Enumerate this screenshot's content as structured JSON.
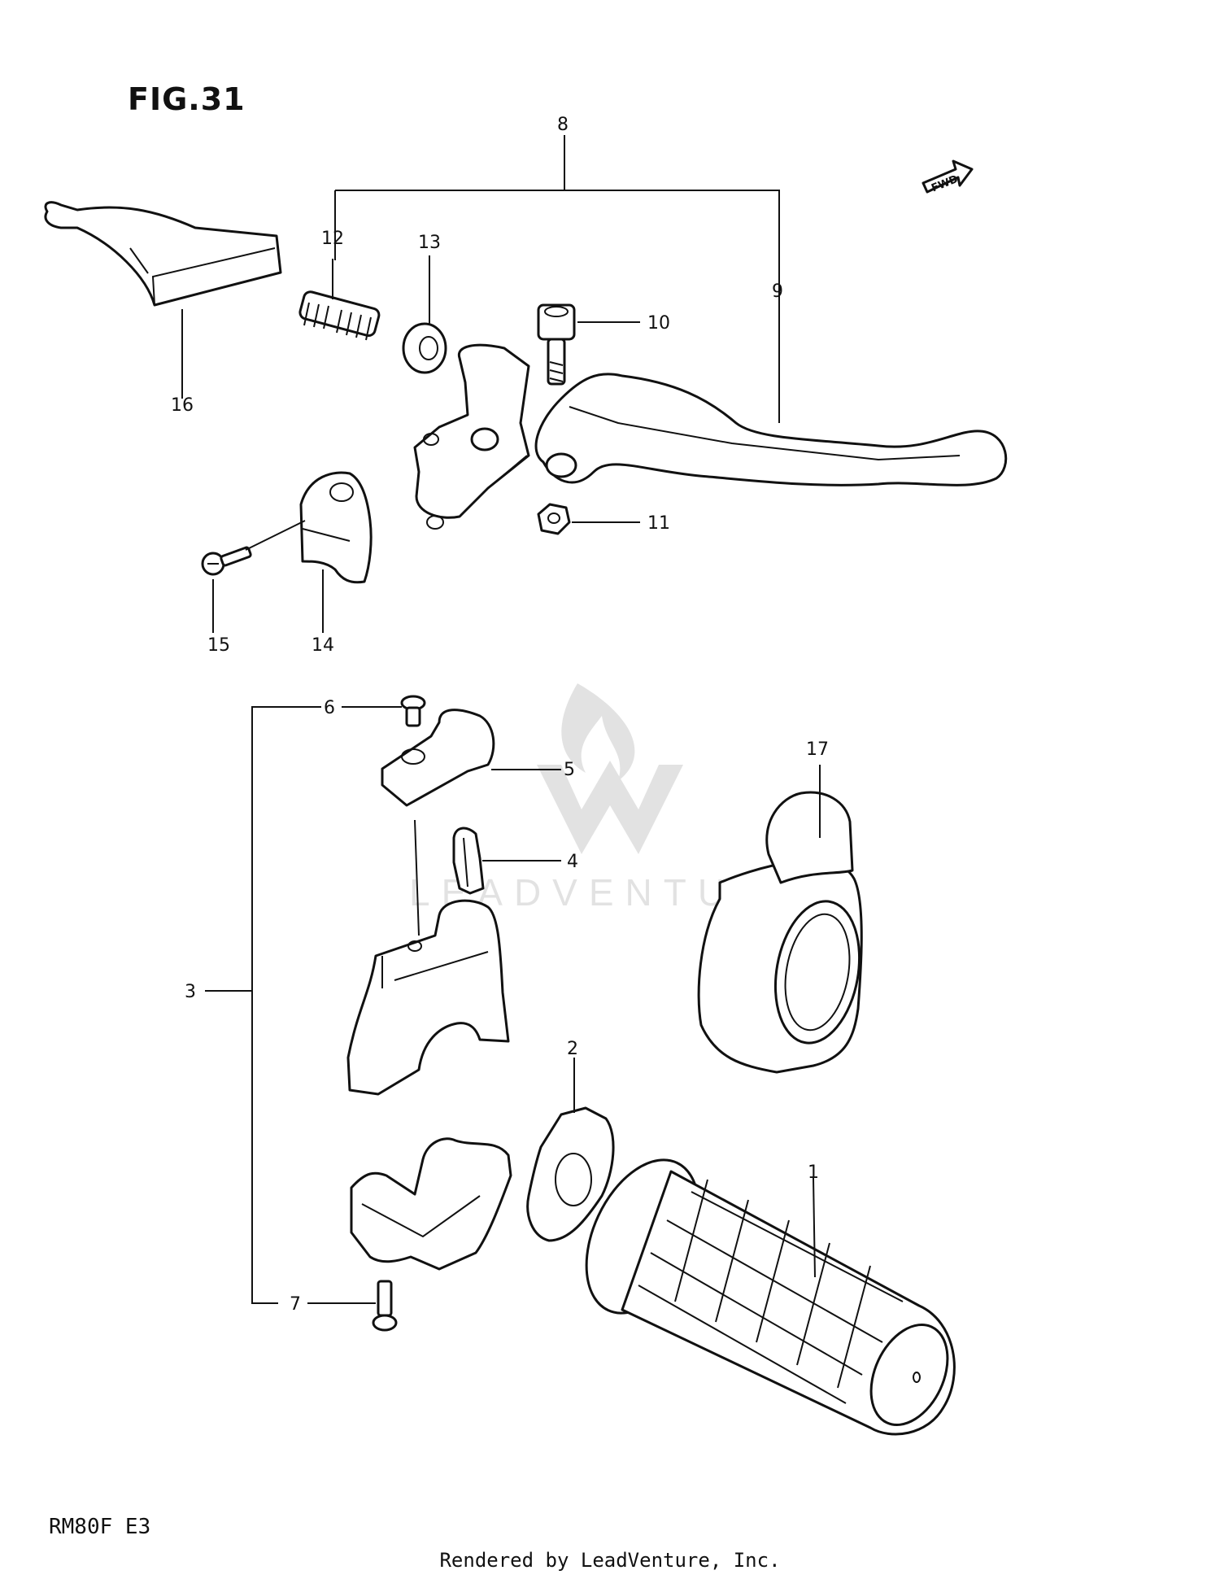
{
  "figure": {
    "title": "FIG.31",
    "model": "RM80F  E3",
    "footer": "Rendered by LeadVenture, Inc."
  },
  "watermark": {
    "text": "LEADVENTURE"
  },
  "fwd_arrow": {
    "label": "FWD"
  },
  "callouts": [
    {
      "id": "1",
      "label": "1"
    },
    {
      "id": "2",
      "label": "2"
    },
    {
      "id": "3",
      "label": "3"
    },
    {
      "id": "4",
      "label": "4"
    },
    {
      "id": "5",
      "label": "5"
    },
    {
      "id": "6",
      "label": "6"
    },
    {
      "id": "7",
      "label": "7"
    },
    {
      "id": "8",
      "label": "8"
    },
    {
      "id": "9",
      "label": "9"
    },
    {
      "id": "10",
      "label": "10"
    },
    {
      "id": "11",
      "label": "11"
    },
    {
      "id": "12",
      "label": "12"
    },
    {
      "id": "13",
      "label": "13"
    },
    {
      "id": "14",
      "label": "14"
    },
    {
      "id": "15",
      "label": "15"
    },
    {
      "id": "16",
      "label": "16"
    },
    {
      "id": "17",
      "label": "17"
    }
  ]
}
